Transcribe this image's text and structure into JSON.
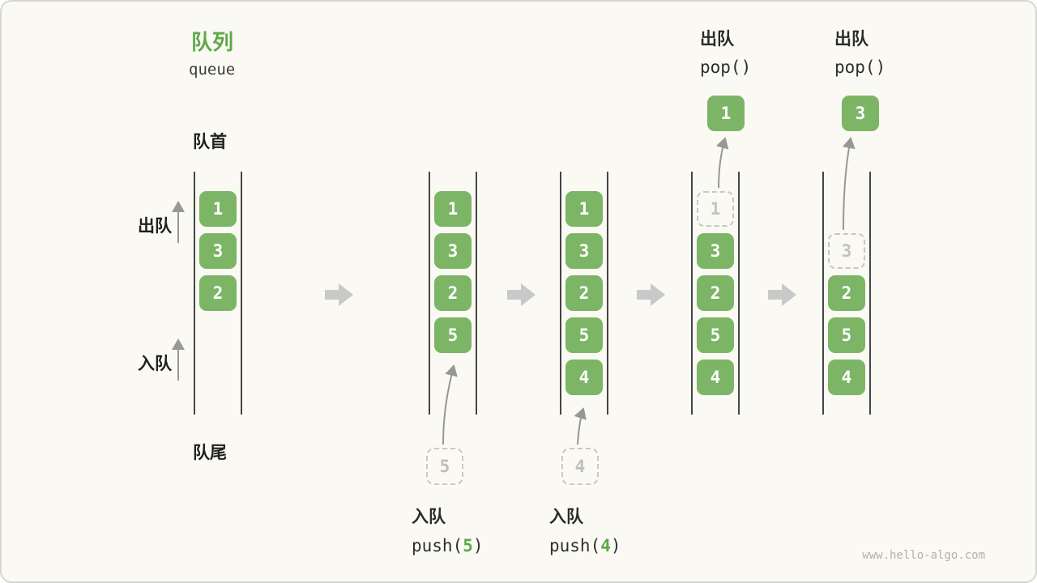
{
  "title": {
    "zh": "队列",
    "en": "queue"
  },
  "labels": {
    "front": "队首",
    "rear": "队尾",
    "dequeue": "出队",
    "enqueue": "入队"
  },
  "states": [
    {
      "solid": [
        "1",
        "3",
        "2"
      ]
    },
    {
      "solid": [
        "1",
        "3",
        "2",
        "5"
      ],
      "pending": "5",
      "caption": {
        "op": "入队",
        "code_pre": "push(",
        "arg": "5",
        "code_post": ")"
      }
    },
    {
      "solid": [
        "1",
        "3",
        "2",
        "5",
        "4"
      ],
      "pending": "4",
      "caption": {
        "op": "入队",
        "code_pre": "push(",
        "arg": "4",
        "code_post": ")"
      }
    },
    {
      "ghost": "1",
      "solid": [
        "3",
        "2",
        "5",
        "4"
      ],
      "popped": "1",
      "caption": {
        "op": "出队",
        "code": "pop()"
      }
    },
    {
      "ghost": "3",
      "solid": [
        "2",
        "5",
        "4"
      ],
      "popped": "3",
      "caption": {
        "op": "出队",
        "code": "pop()"
      }
    }
  ],
  "watermark": "www.hello-algo.com",
  "colors": {
    "box_green": "#7cb566",
    "accent_green": "#5ea84a",
    "wall_gray": "#454545",
    "ghost_gray": "#c6c6c6",
    "block_arrow_gray": "#c9c9c9",
    "background": "#faf9f3"
  }
}
